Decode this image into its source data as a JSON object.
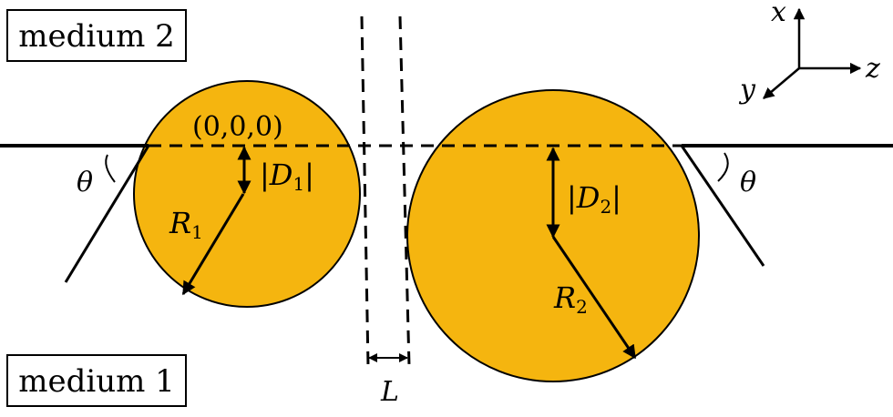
{
  "labels": {
    "medium_top": "medium 2",
    "medium_bottom": "medium 1",
    "origin": "(0,0,0)",
    "axis_x": "x",
    "axis_y": "y",
    "axis_z": "z",
    "theta_left": "θ",
    "theta_right": "θ",
    "d1_pipe_left": "|",
    "d1_letter": "D",
    "d1_sub": "1",
    "d1_pipe_right": "|",
    "d2_pipe_left": "|",
    "d2_letter": "D",
    "d2_sub": "2",
    "d2_pipe_right": "|",
    "r1_letter": "R",
    "r1_sub": "1",
    "r2_letter": "R",
    "r2_sub": "2",
    "gap": "L"
  },
  "colors": {
    "particle_fill": "#F5B50F",
    "stroke": "#000000",
    "background": "#FFFFFF"
  }
}
